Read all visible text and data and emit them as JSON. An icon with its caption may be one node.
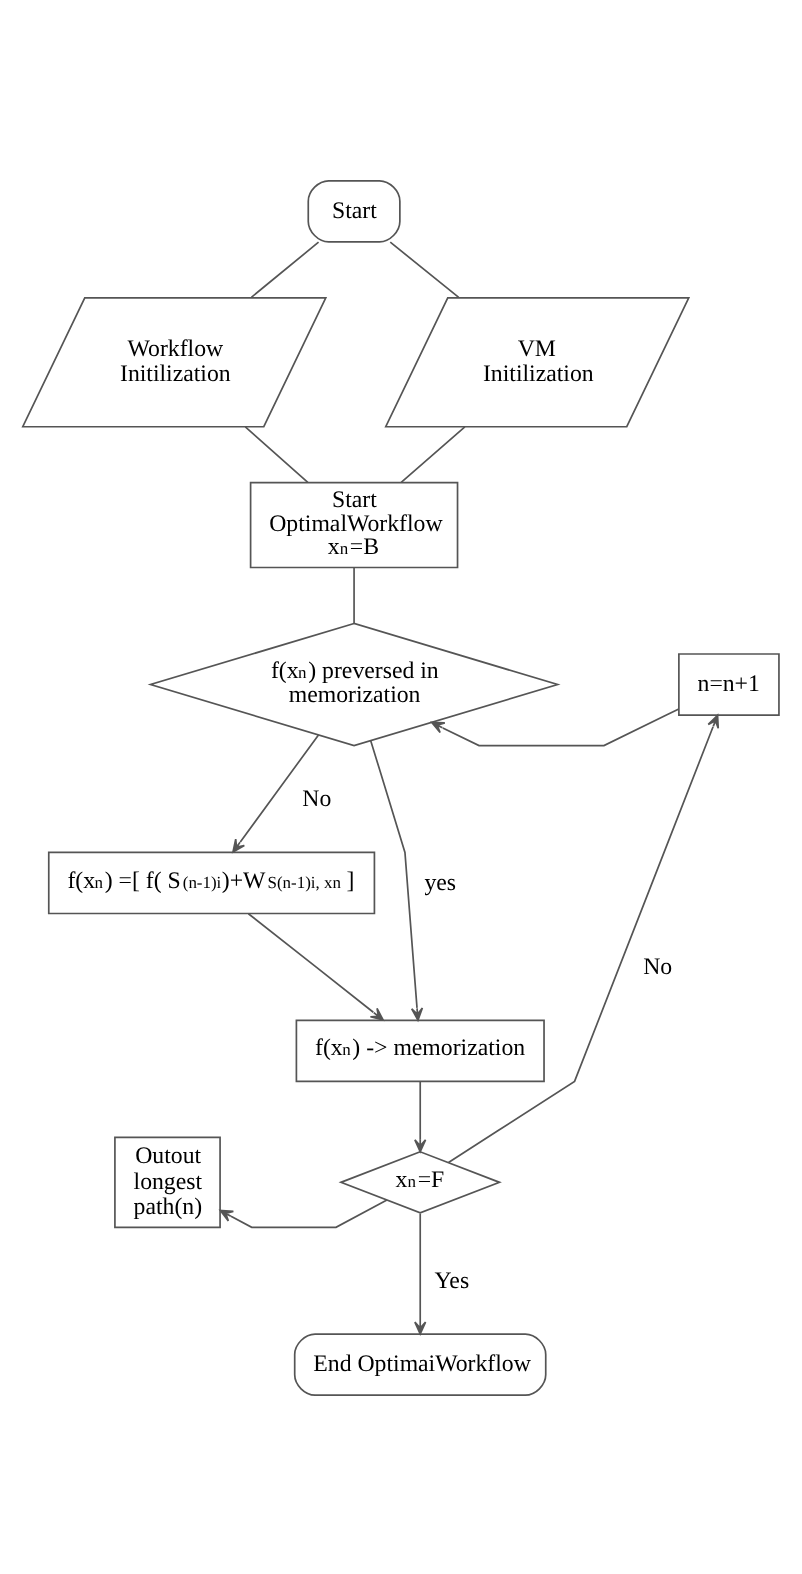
{
  "diagram": {
    "nodes": [
      {
        "text": [
          "Start"
        ]
      },
      {
        "text": [
          "Workflow Initilization"
        ]
      },
      {
        "text": [
          "VM Initilization"
        ]
      },
      {
        "text": [
          "Start OptimalWorkflow x$_{n}$=B"
        ]
      },
      {
        "text": [
          "f(x$_{n}$) preversed in memorization"
        ]
      },
      {
        "text": [
          "n=n+1"
        ]
      },
      {
        "text": [
          "f(x$_{n}$) =[ f( S$_{(n-1)i}$)+W$_{S(n-1)i, xn}$ ]"
        ]
      },
      {
        "text": [
          "f(x$_{n}$) -> memorization"
        ]
      },
      {
        "text": [
          "x$_{n}$=F"
        ]
      },
      {
        "text": [
          "Outout longest path(n)"
        ]
      },
      {
        "text": [
          "End OptimaiWorkflow"
        ]
      }
    ],
    "edges": [
      {
        "from": 0,
        "to": 1,
        "arrow": "none"
      },
      {
        "from": 0,
        "to": 2,
        "arrow": "none"
      },
      {
        "from": 1,
        "to": 3,
        "arrow": "none"
      },
      {
        "from": 2,
        "to": 3,
        "arrow": "none"
      },
      {
        "from": 3,
        "to": 4,
        "arrow": "none"
      },
      {
        "from": 5,
        "to": 4,
        "arrow": "to"
      },
      {
        "from": 4,
        "to": 6,
        "arrow": "to",
        "label": "No"
      },
      {
        "from": 4,
        "to": 7,
        "arrow": "to",
        "label": "yes"
      },
      {
        "from": 6,
        "to": 7,
        "arrow": "to"
      },
      {
        "from": 7,
        "to": 8,
        "arrow": "to"
      },
      {
        "from": 8,
        "to": 9,
        "arrow": "to"
      },
      {
        "from": 8,
        "to": 10,
        "arrow": "to",
        "label": "Yes"
      },
      {
        "from": 8,
        "to": 5,
        "arrow": "to",
        "label": "No"
      }
    ]
  }
}
